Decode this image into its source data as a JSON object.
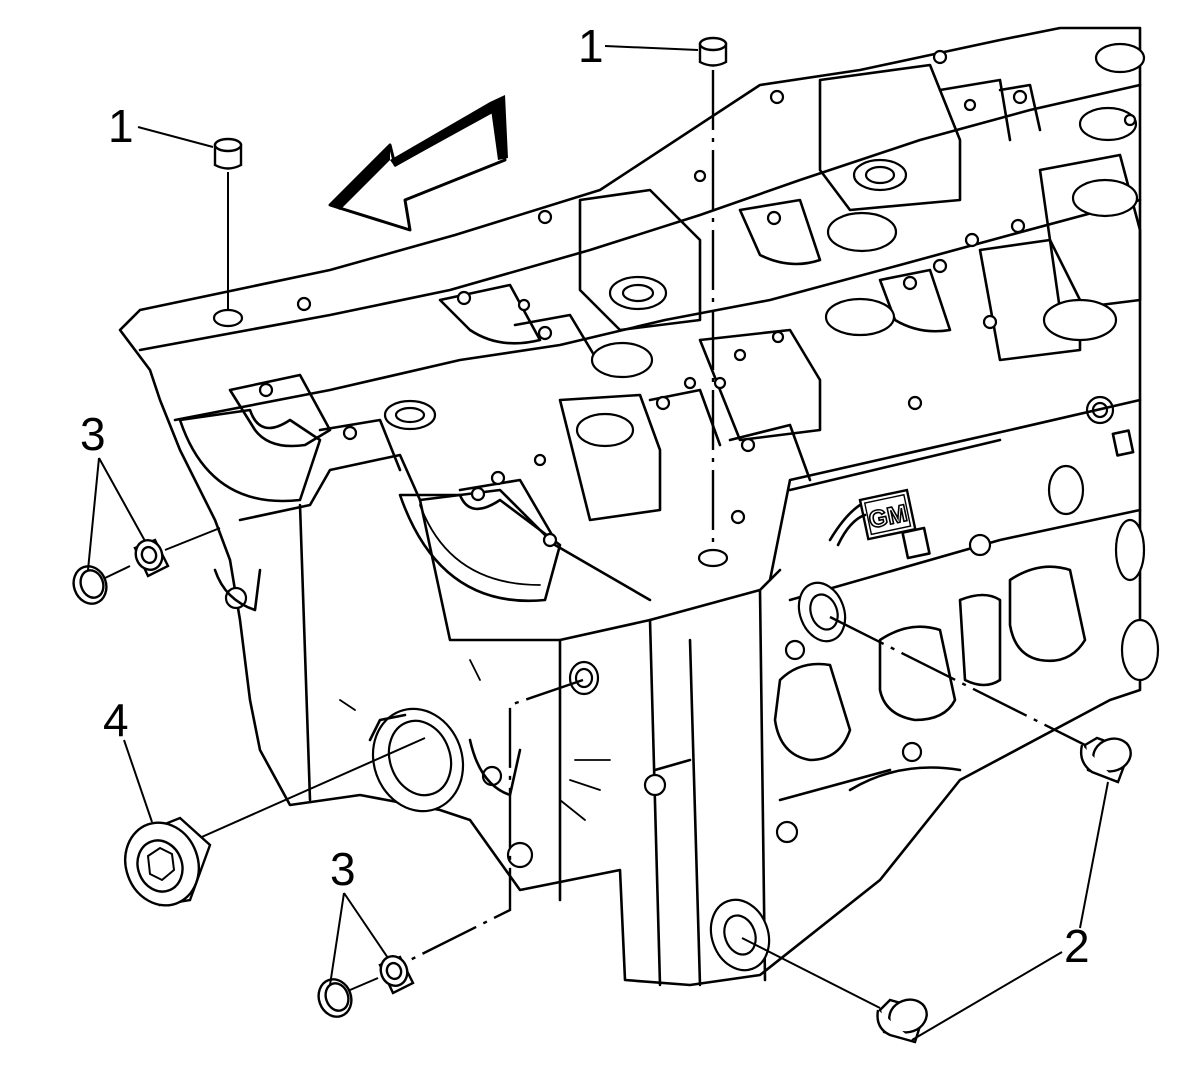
{
  "callouts": [
    {
      "id": "plug-1-left",
      "label": "1"
    },
    {
      "id": "plug-1-top",
      "label": "1"
    },
    {
      "id": "plug-2",
      "label": "2"
    },
    {
      "id": "plug-3-left",
      "label": "3"
    },
    {
      "id": "plug-3-bottom",
      "label": "3"
    },
    {
      "id": "plug-4",
      "label": "4"
    }
  ],
  "logo_text": "GM",
  "icons": [
    "direction-arrow-icon",
    "gm-logo-icon"
  ],
  "colors": {
    "line": "#000000",
    "fill": "#ffffff"
  }
}
